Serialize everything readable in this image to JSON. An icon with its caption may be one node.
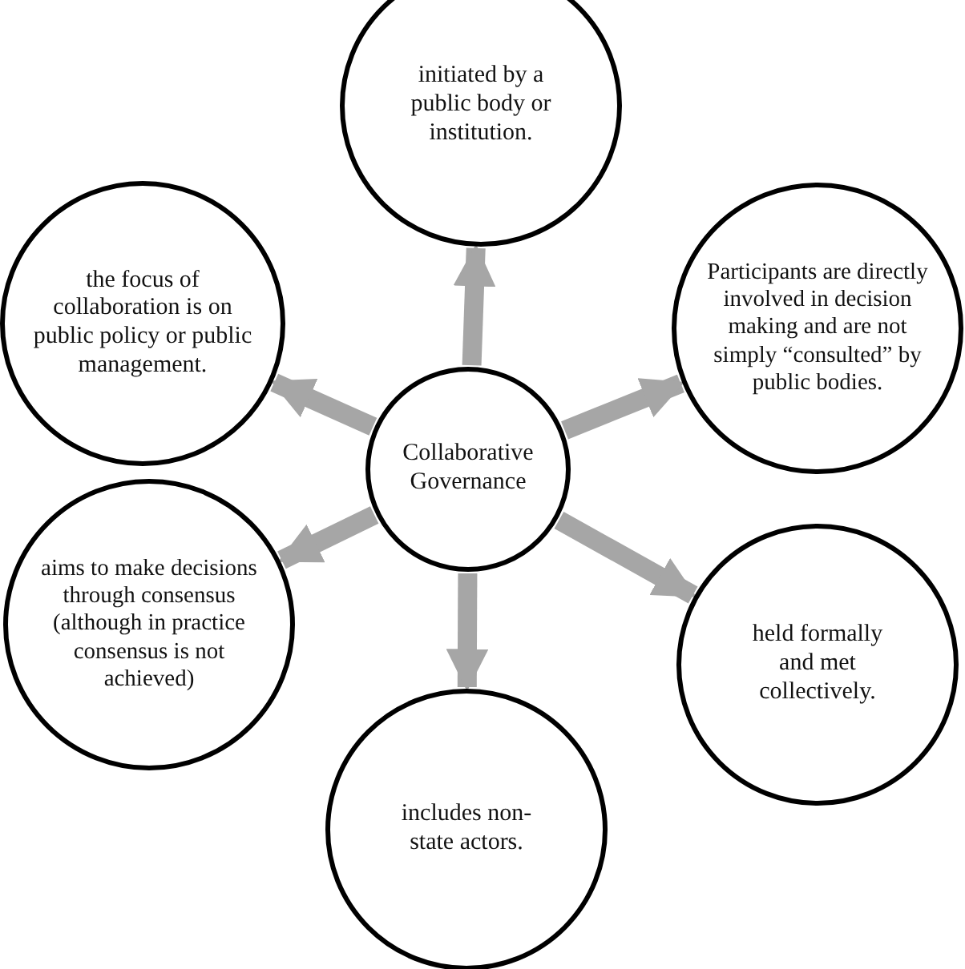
{
  "diagram": {
    "nodes": [
      {
        "text": [
          "Collaborative Governance"
        ]
      },
      {
        "text": [
          "initiated by a public body or institution."
        ]
      },
      {
        "text": [
          "Participants are directly involved in decision making and are not simply “consulted” by public bodies."
        ]
      },
      {
        "text": [
          "held formally and met collectively."
        ]
      },
      {
        "text": [
          "includes non-state actors."
        ]
      },
      {
        "text": [
          "aims to make decisions through consensus (although in practice consensus is not achieved)"
        ]
      },
      {
        "text": [
          "the focus of collaboration is on public policy or public management."
        ]
      }
    ],
    "edges": [
      {
        "from": 0,
        "to": 1,
        "arrow": "to"
      },
      {
        "from": 0,
        "to": 2,
        "arrow": "to"
      },
      {
        "from": 0,
        "to": 3,
        "arrow": "to"
      },
      {
        "from": 0,
        "to": 4,
        "arrow": "to"
      },
      {
        "from": 0,
        "to": 5,
        "arrow": "to"
      },
      {
        "from": 0,
        "to": 6,
        "arrow": "to"
      }
    ]
  }
}
